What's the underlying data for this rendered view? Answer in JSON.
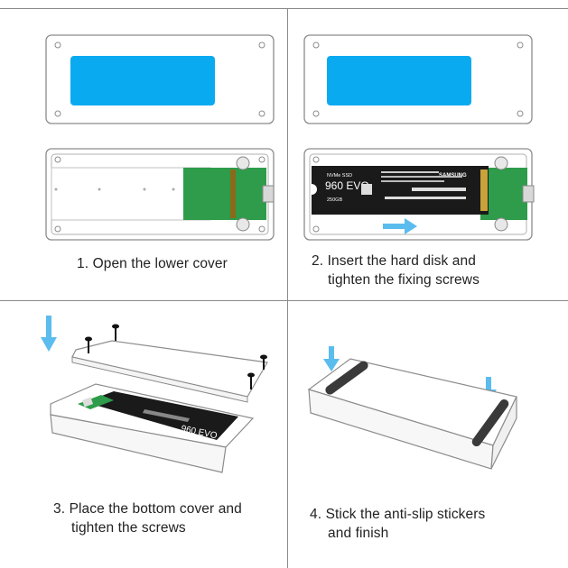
{
  "steps": [
    {
      "number": "1.",
      "line1": "Open the lower cover",
      "line2": ""
    },
    {
      "number": "2.",
      "line1": "Insert the hard disk and",
      "line2": "tighten the fixing screws"
    },
    {
      "number": "3.",
      "line1": "Place the bottom cover and",
      "line2": "tighten the screws"
    },
    {
      "number": "4.",
      "line1": "Stick the anti-slip stickers",
      "line2": "and finish"
    }
  ],
  "ssd_label": {
    "model_line": "NVMe SSD",
    "model": "960 EVO",
    "brand": "SAMSUNG",
    "capacity": "250GB"
  },
  "colors": {
    "window_blue": "#0aaaf0",
    "arrow_blue": "#5bbcee",
    "pcb_green": "#2e9c4a",
    "ssd_black": "#1a1a1a",
    "outline": "#8c8c8c"
  }
}
